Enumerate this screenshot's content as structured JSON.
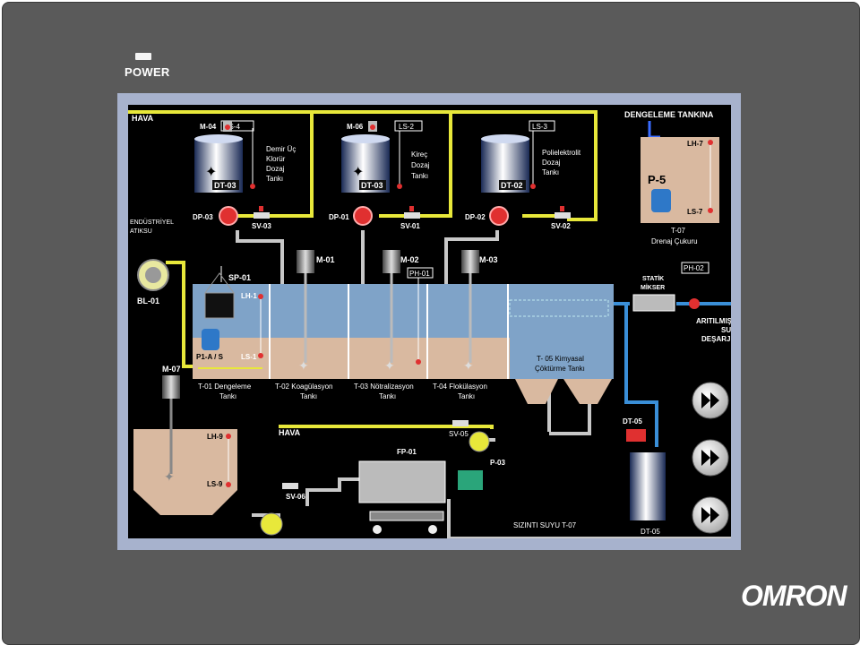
{
  "bezel": {
    "power_label": "POWER",
    "brand": "OMRON"
  },
  "labels": {
    "hava_top": "HAVA",
    "hava_bottom": "HAVA",
    "dengeleme_tankina": "DENGELEME TANKINA",
    "endustriyel_atiksu": [
      "ENDÜSTRİYEL",
      "ATIKSU"
    ],
    "statik_mikser": [
      "STATİK",
      "MİKSER"
    ],
    "aritilmis_su": [
      "ARITILMIŞ",
      "SU",
      "DEŞARJI"
    ],
    "sizinti_suyu": "SIZINTI SUYU T-07"
  },
  "dosing_tanks": [
    {
      "motor": "M-04",
      "level_switch": "LS-4",
      "tank_tag": "DT-03",
      "desc": [
        "Demir Üç",
        "Klorür",
        "Dozaj",
        "Tankı"
      ],
      "pump": "DP-03",
      "valve": "SV-03"
    },
    {
      "motor": "M-06",
      "level_switch": "LS-2",
      "tank_tag": "DT-03",
      "desc": [
        "Kireç",
        "Dozaj",
        "Tankı"
      ],
      "pump": "DP-01",
      "valve": "SV-01"
    },
    {
      "motor": "",
      "level_switch": "LS-3",
      "tank_tag": "DT-02",
      "desc": [
        "Polielektrolit",
        "Dozaj",
        "Tankı"
      ],
      "pump": "DP-02",
      "valve": "SV-02"
    }
  ],
  "drain_pit": {
    "pump": "P-5",
    "high": "LH-7",
    "low": "LS-7",
    "name": [
      "T-07",
      "Drenaj Çukuru"
    ]
  },
  "blower": "BL-01",
  "screen_filter": "SP-01",
  "pumps_main": "P1-A / S",
  "tank_t01": {
    "high": "LH-1",
    "low": "LS-1",
    "name": [
      "T-01  Dengeleme",
      "Tankı"
    ]
  },
  "tank_t02": {
    "motor": "M-01",
    "name": [
      "T-02  Koagülasyon",
      "Tankı"
    ]
  },
  "tank_t03": {
    "motor": "M-02",
    "ph": "PH-01",
    "name": [
      "T-03  Nötralizasyon",
      "Tankı"
    ]
  },
  "tank_t04": {
    "motor": "M-03",
    "name": [
      "T-04  Flokülasyon",
      "Tankı"
    ]
  },
  "tank_t05": {
    "name": [
      "T- 05 Kimyasal",
      "Çöktürme Tankı"
    ]
  },
  "ph_02": "PH-02",
  "sludge_tank": {
    "motor": "M-07",
    "high": "LH-9",
    "low": "LS-9"
  },
  "valves_bottom": {
    "sv05": "SV-05",
    "sv06": "SV-06"
  },
  "pump_p03": "P-03",
  "filter_press": "FP-01",
  "dt05_valve": "DT-05",
  "dt05_tank": "DT-05",
  "colors": {
    "pipe_air": "#e8e83a",
    "pipe_water": "#c8c8c8",
    "pipe_treated": "#3a8fd8",
    "water": "#7fa3c8",
    "sludge": "#d9b9a0",
    "valve_red": "#e03030"
  }
}
